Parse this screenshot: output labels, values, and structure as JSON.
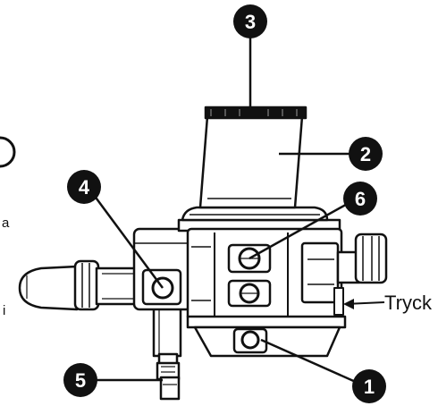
{
  "callouts": [
    {
      "number": "1",
      "label": ""
    },
    {
      "number": "2",
      "label": ""
    },
    {
      "number": "3",
      "label": ""
    },
    {
      "number": "4",
      "label": ""
    },
    {
      "number": "5",
      "label": ""
    },
    {
      "number": "6",
      "label": ""
    }
  ],
  "side_labels": {
    "tryck": "Tryck",
    "edge_a": "a",
    "edge_i": "i"
  },
  "colors": {
    "ink": "#111111",
    "paper": "#ffffff",
    "shade": "#9a9a9a"
  }
}
